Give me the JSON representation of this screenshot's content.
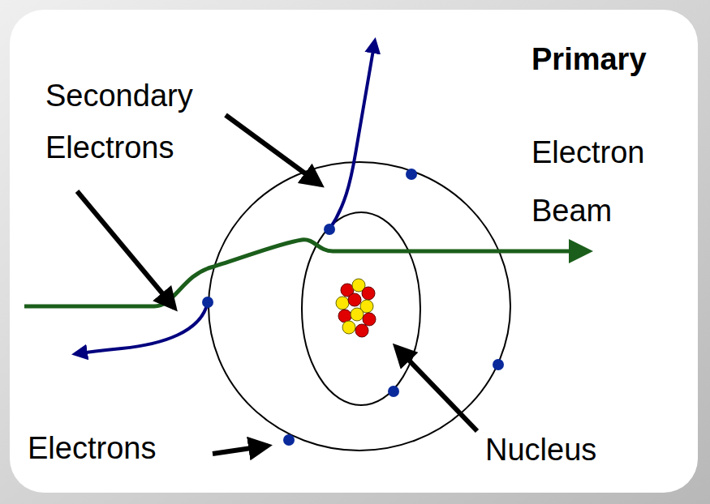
{
  "diagram": {
    "labels": [
      "Primary",
      "Secondary Electrons",
      "Electron Beam",
      "Electrons",
      "Nucleus"
    ]
  }
}
